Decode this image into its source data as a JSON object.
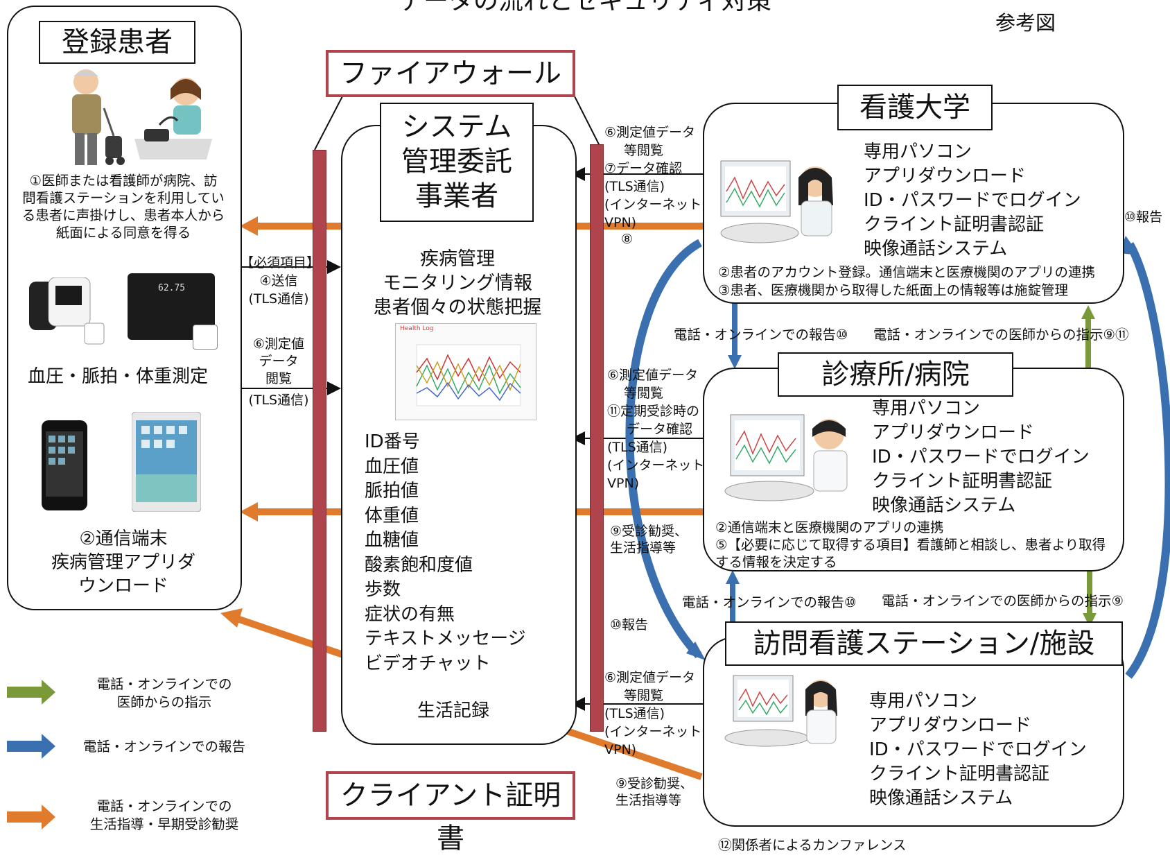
{
  "header": {
    "title": "データの流れとセキュリティ対策",
    "ref_label": "参考図"
  },
  "patient": {
    "title": "登録患者",
    "step1": [
      "①医師または看護師が病院、訪",
      "問看護ステーションを利用してい",
      "る患者に声掛けし、患者本人から",
      "紙面による同意を得る"
    ],
    "measure_label": "血圧・脈拍・体重測定",
    "step2": [
      "②通信端末",
      "疾病管理アプリダ",
      "ウンロード"
    ],
    "scale_display": "62.75"
  },
  "firewall_label": "ファイアウォール",
  "client_cert_label": "クライアント証明書",
  "system": {
    "title": [
      "システム",
      "管理委託",
      "事業者"
    ],
    "info": [
      "疾病管理",
      "モニタリング情報",
      "患者個々の状態把握"
    ],
    "chart_title": "Health Log",
    "items": [
      "ID番号",
      "血圧値",
      "脈拍値",
      "体重値",
      "血糖値",
      "酸素飽和度値",
      "歩数",
      "症状の有無",
      "テキストメッセージ",
      "ビデオチャット"
    ],
    "life_record": "生活記録"
  },
  "flows_left": {
    "send": [
      "【必須項目】",
      "④送信",
      "(TLS通信)"
    ],
    "view": [
      "⑥測定値",
      "データ",
      "閲覧",
      "(TLS通信)"
    ]
  },
  "flows_right": {
    "univ": [
      "⑥測定値データ",
      "等閲覧",
      "⑦データ確認",
      "(TLS通信)",
      "(インターネットVPN)"
    ],
    "num8": "⑧",
    "clinic": [
      "⑥測定値データ",
      "等閲覧",
      "⑪定期受診時の",
      "データ確認",
      "(TLS通信)",
      "(インターネットVPN)"
    ],
    "advice1": [
      "⑨受診勧奨、",
      "生活指導等"
    ],
    "report10": "⑩報告",
    "station": [
      "⑥測定値データ",
      "等閲覧",
      "(TLS通信)",
      "(インターネットVPN)"
    ],
    "advice2": [
      "⑨受診勧奨、",
      "生活指導等"
    ]
  },
  "university": {
    "title": "看護大学",
    "features": [
      "専用パソコン",
      "アプリダウンロード",
      "ID・パスワードでログイン",
      "クライント証明書認証",
      "映像通話システム"
    ],
    "notes": [
      "②患者のアカウント登録。通信端末と医療機関のアプリの連携",
      "③患者、医療機関から取得した紙面上の情報等は施錠管理"
    ],
    "report_side": "⑩報告"
  },
  "mid_labels": {
    "report1": "電話・オンラインでの報告⑩",
    "instr1": "電話・オンラインでの医師からの指示⑨⑪",
    "report2": "電話・オンラインでの報告⑩",
    "instr2": "電話・オンラインでの医師からの指示⑨"
  },
  "clinic": {
    "title": "診療所/病院",
    "features": [
      "専用パソコン",
      "アプリダウンロード",
      "ID・パスワードでログイン",
      "クライント証明書認証",
      "映像通話システム"
    ],
    "notes": [
      "②通信端末と医療機関のアプリの連携",
      "⑤【必要に応じて取得する項目】看護師と相談し、患者より取得",
      "する情報を決定する"
    ]
  },
  "station": {
    "title": "訪問看護ステーション/施設",
    "features": [
      "専用パソコン",
      "アプリダウンロード",
      "ID・パスワードでログイン",
      "クライント証明書認証",
      "映像通話システム"
    ],
    "conference": "⑫関係者によるカンファレンス"
  },
  "legend": {
    "green": [
      "電話・オンラインでの",
      "医師からの指示"
    ],
    "blue": "電話・オンラインでの報告",
    "orange": [
      "電話・オンラインでの",
      "生活指導・早期受診勧奨"
    ]
  },
  "colors": {
    "green": "#7a9a3a",
    "blue": "#3a6fb0",
    "orange": "#e07b2e",
    "firewall": "#b0444c"
  }
}
